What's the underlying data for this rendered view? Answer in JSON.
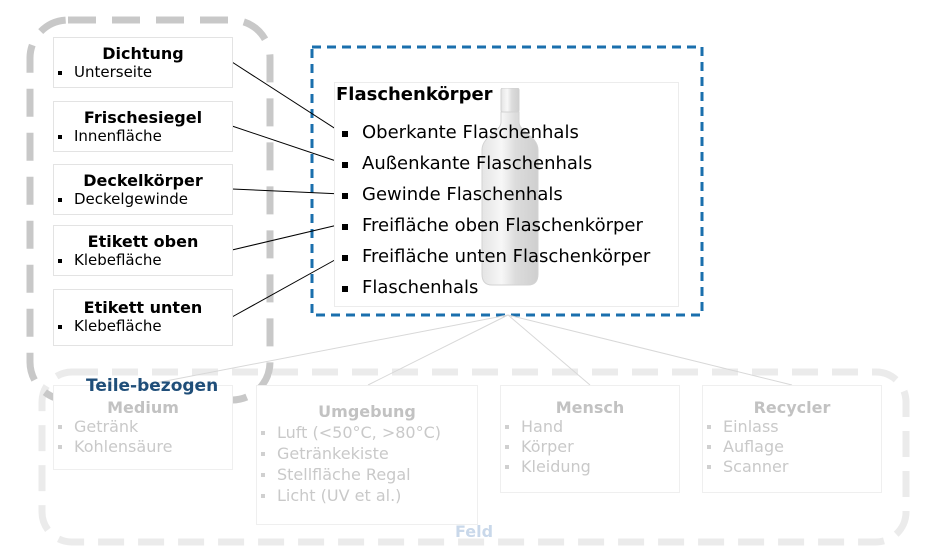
{
  "colors": {
    "accent_blue": "#1a6fad",
    "group_label": "#1f4e79",
    "dashed_gray": "#c8c8c8",
    "faded_text": "#c9c9c9"
  },
  "groups": {
    "parts_label": "Teile-bezogen",
    "field_label": "Feld"
  },
  "part_cards": [
    {
      "title": "Dichtung",
      "item": "Unterseite"
    },
    {
      "title": "Frischesiegel",
      "item": "Innenfläche"
    },
    {
      "title": "Deckelkörper",
      "item": "Deckelgewinde"
    },
    {
      "title": "Etikett oben",
      "item": "Klebefläche"
    },
    {
      "title": "Etikett unten",
      "item": "Klebefläche"
    }
  ],
  "main": {
    "title": "Flaschenkörper",
    "items": [
      "Oberkante Flaschenhals",
      "Außenkante Flaschenhals",
      "Gewinde Flaschenhals",
      "Freifläche oben Flaschenkörper",
      "Freifläche unten Flaschenkörper",
      "Flaschenhals"
    ]
  },
  "field_cards": [
    {
      "title": "Medium",
      "items": [
        "Getränk",
        "Kohlensäure"
      ]
    },
    {
      "title": "Umgebung",
      "items": [
        "Luft (<50°C, >80°C)",
        "Getränkekiste",
        "Stellfläche Regal",
        "Licht (UV et al.)"
      ]
    },
    {
      "title": "Mensch",
      "items": [
        "Hand",
        "Körper",
        "Kleidung"
      ]
    },
    {
      "title": "Recycler",
      "items": [
        "Einlass",
        "Auflage",
        "Scanner"
      ]
    }
  ]
}
